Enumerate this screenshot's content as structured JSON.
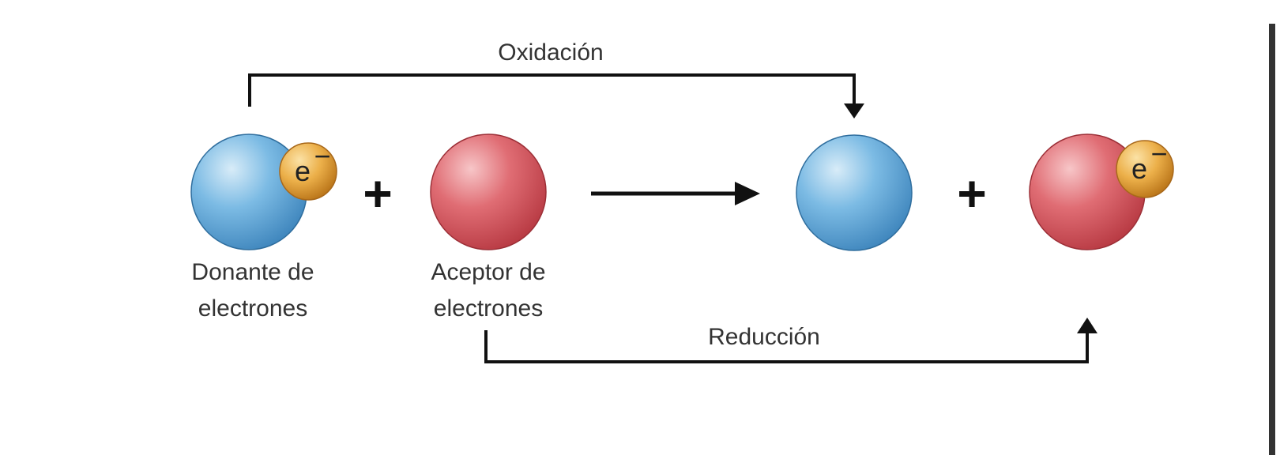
{
  "diagram": {
    "oxidation_label": "Oxidación",
    "reduction_label": "Reducción",
    "donor_label_line1": "Donante de",
    "donor_label_line2": "electrones",
    "acceptor_label_line1": "Aceptor de",
    "acceptor_label_line2": "electrones",
    "plus_symbol": "+",
    "electron_symbol": "e",
    "electron_charge": "−"
  },
  "colors": {
    "donor": "#5aa6d8",
    "acceptor": "#d9575f",
    "electron": "#e4a13a",
    "arrow": "#111111"
  }
}
